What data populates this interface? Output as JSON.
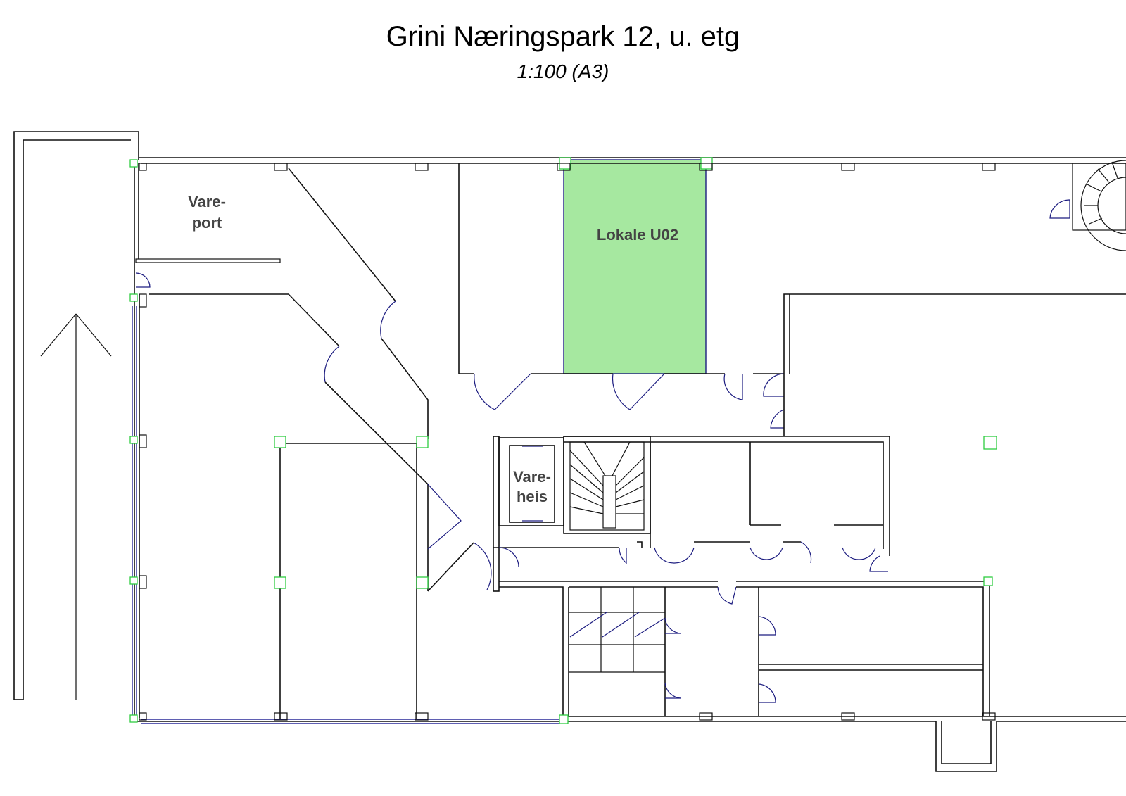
{
  "title": "Grini Næringspark 12, u. etg",
  "subtitle": "1:100 (A3)",
  "labels": {
    "vareport_1": "Vare-",
    "vareport_2": "port",
    "lokale": "Lokale U02",
    "vareheis_1": "Vare-",
    "vareheis_2": "heis"
  },
  "colors": {
    "highlight": "#a6e8a0",
    "column": "#2ecc40",
    "window": "#2a2a9a"
  }
}
